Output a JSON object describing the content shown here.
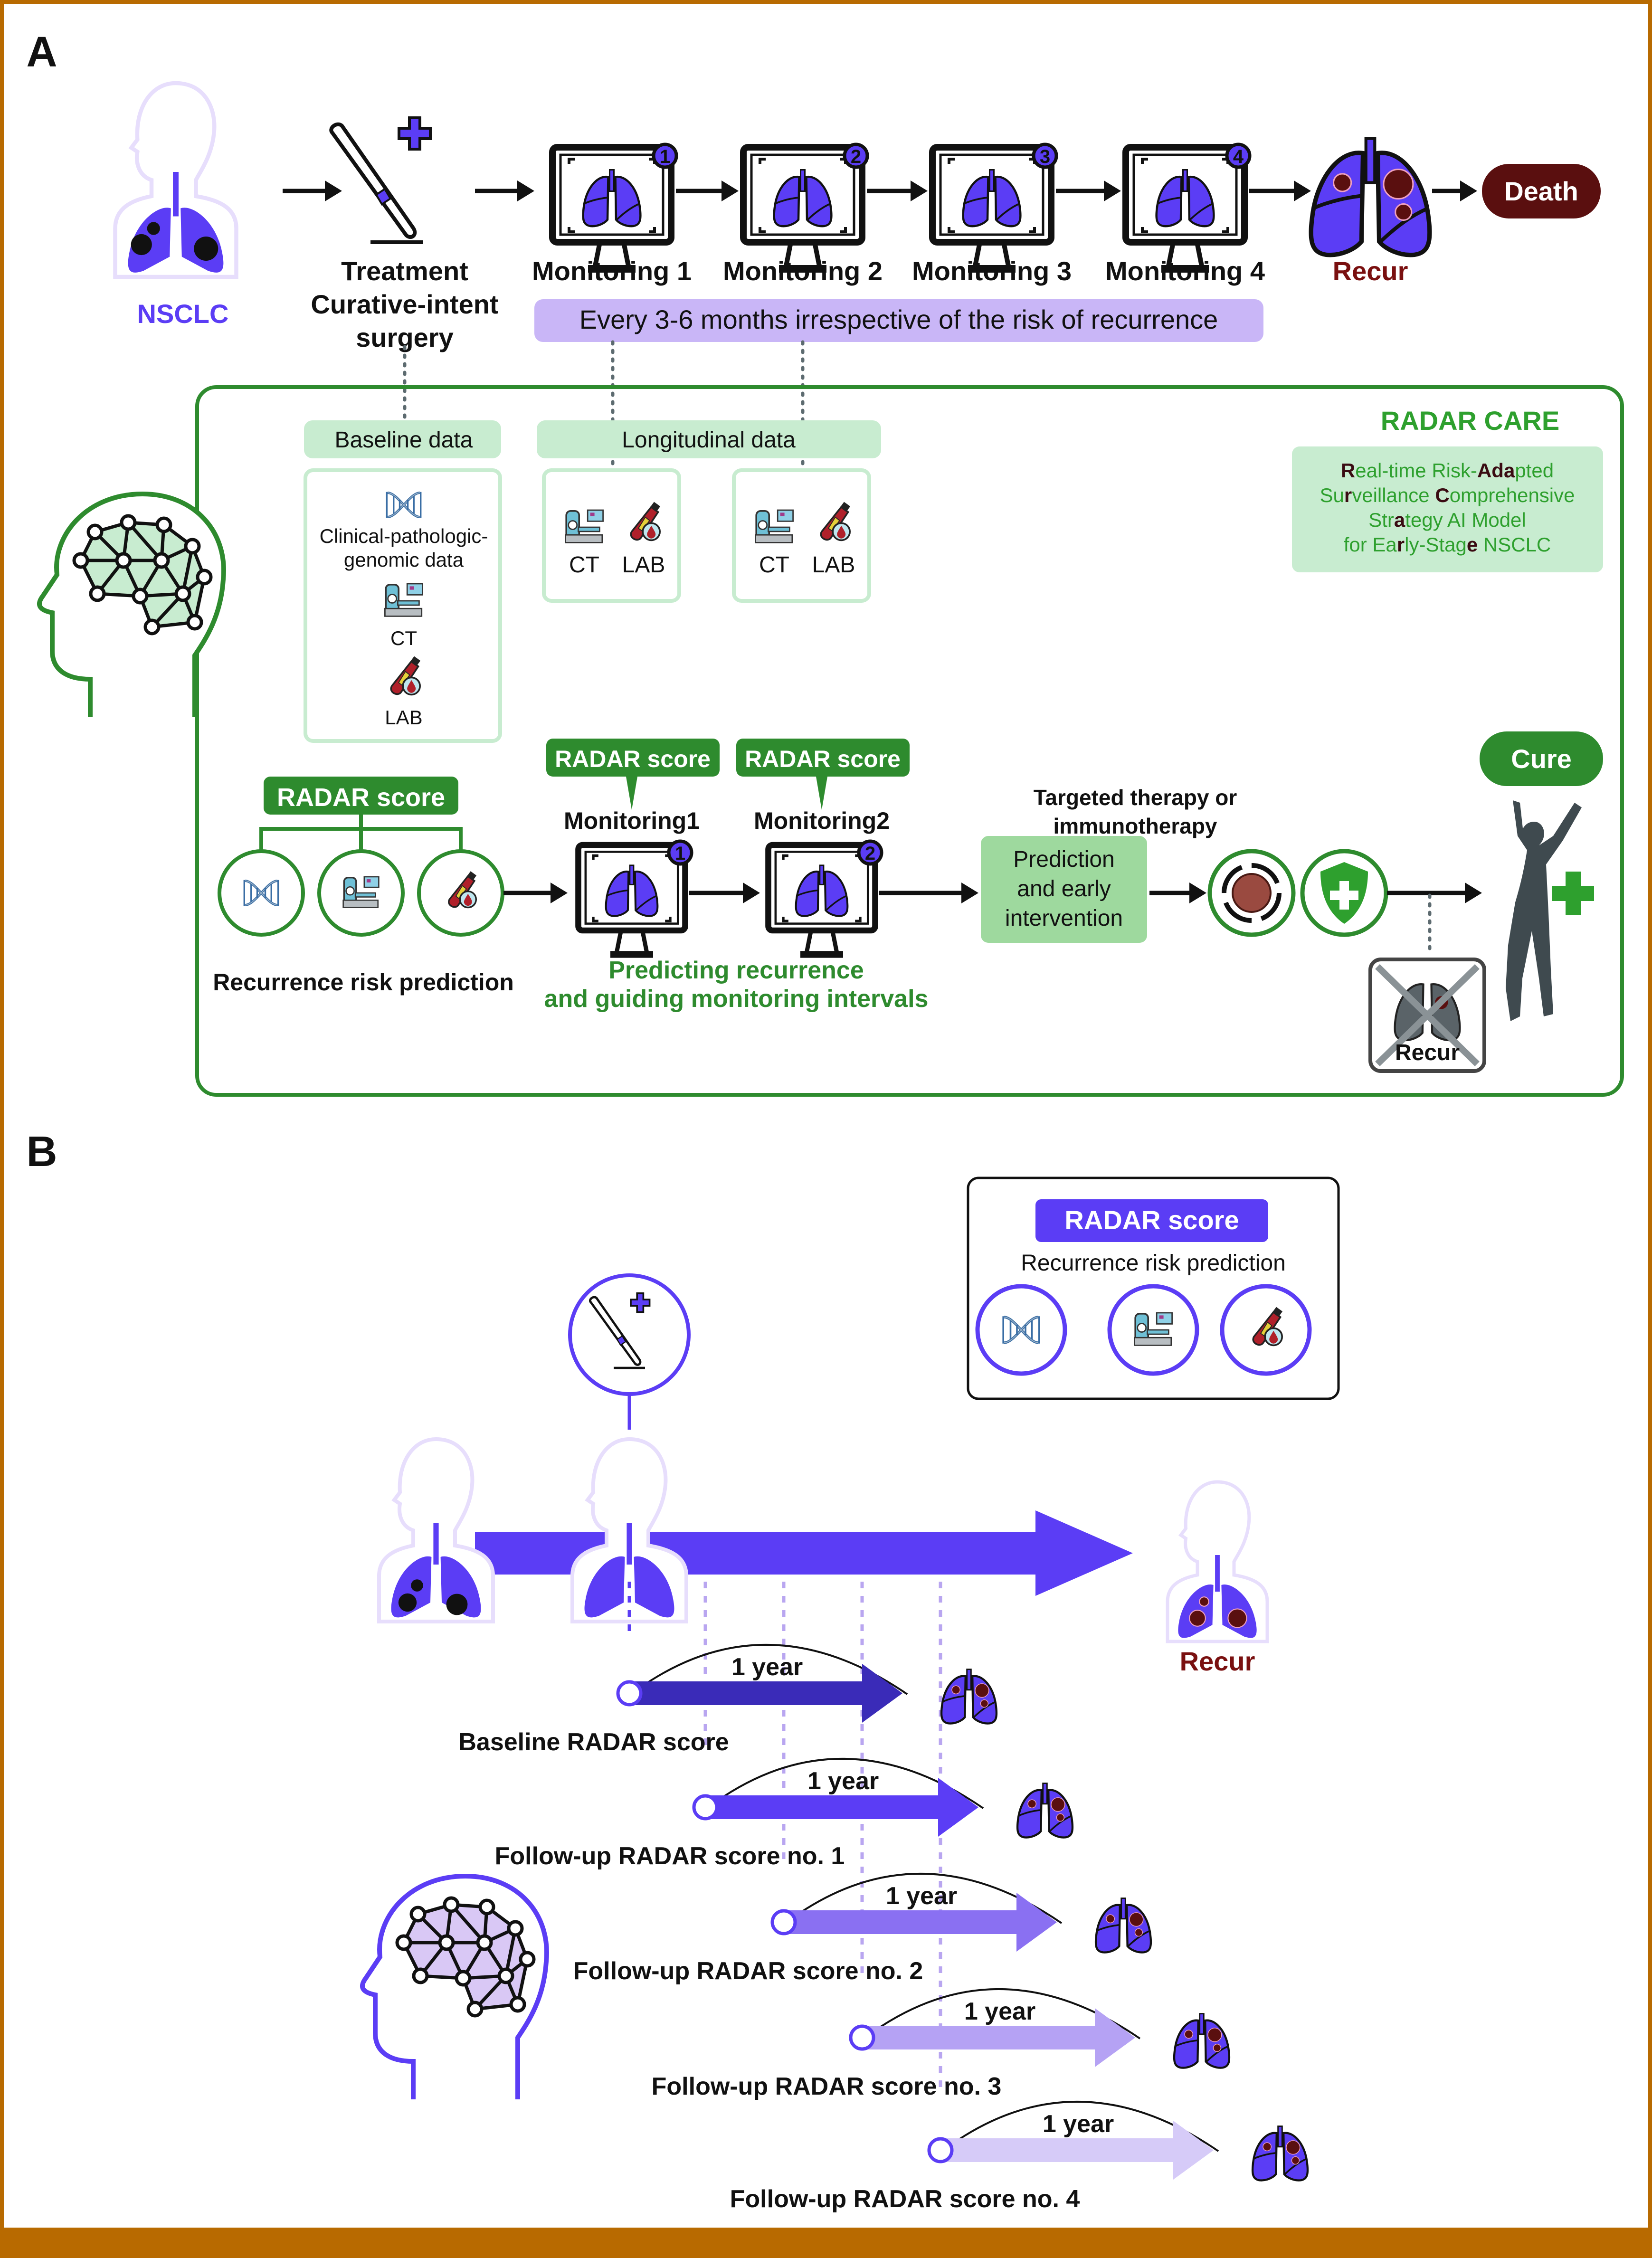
{
  "colors": {
    "purple": "#5b3df5",
    "purple_light": "#c9b6f7",
    "green": "#2e8b2e",
    "green_light": "#c8ecd0",
    "green_box": "#9ed99e",
    "dark_red": "#5a0f0f",
    "recur_red": "#7a1010",
    "orange_frame": "#b86a00",
    "grey_figure": "#3f4a4f"
  },
  "panel_a": {
    "label": "A",
    "top_flow": {
      "nsclc_label": "NSCLC",
      "treatment_label_lines": [
        "Treatment",
        "Curative-intent",
        "surgery"
      ],
      "monitors": [
        {
          "label": "Monitoring 1",
          "badge": "1"
        },
        {
          "label": "Monitoring 2",
          "badge": "2"
        },
        {
          "label": "Monitoring 3",
          "badge": "3"
        },
        {
          "label": "Monitoring 4",
          "badge": "4"
        }
      ],
      "recur_label": "Recur",
      "death_label": "Death",
      "interval_banner": "Every 3-6 months irrespective of the risk of recurrence"
    },
    "radar_care": {
      "title": "RADAR CARE",
      "acronym_lines": [
        [
          {
            "t": "R",
            "b": true
          },
          {
            "t": "eal-time Risk-"
          },
          {
            "t": "Ada",
            "b": true
          },
          {
            "t": "pted"
          }
        ],
        [
          {
            "t": "Su"
          },
          {
            "t": "r",
            "b": true
          },
          {
            "t": "veillance "
          },
          {
            "t": "C",
            "b": true
          },
          {
            "t": "omprehensive"
          }
        ],
        [
          {
            "t": "Str"
          },
          {
            "t": "a",
            "b": true
          },
          {
            "t": "tegy AI Model"
          }
        ],
        [
          {
            "t": "for Ea"
          },
          {
            "t": "r",
            "b": true
          },
          {
            "t": "ly-Stag"
          },
          {
            "t": "e",
            "b": true
          },
          {
            "t": " NSCLC"
          }
        ]
      ],
      "baseline_header": "Baseline data",
      "longitudinal_header": "Longitudinal data",
      "baseline_items": {
        "genomic_label_lines": [
          "Clinical-pathologic-",
          "genomic data"
        ],
        "ct_label": "CT",
        "lab_label": "LAB"
      },
      "longitudinal_boxes": [
        {
          "ct_label": "CT",
          "lab_label": "LAB"
        },
        {
          "ct_label": "CT",
          "lab_label": "LAB"
        }
      ],
      "radar_score_label": "RADAR score",
      "radar_score_callouts": [
        "RADAR score",
        "RADAR score"
      ],
      "recurrence_risk_prediction": "Recurrence risk prediction",
      "monitoring_labels": [
        "Monitoring1",
        "Monitoring2"
      ],
      "monitor_badges": [
        "1",
        "2"
      ],
      "predicting_text_lines": [
        "Predicting recurrence",
        "and guiding monitoring intervals"
      ],
      "prediction_box_lines": [
        "Prediction",
        "and early",
        "intervention"
      ],
      "therapy_label_lines": [
        "Targeted therapy or",
        "immunotherapy"
      ],
      "cure_label": "Cure",
      "recur_crossed_label": "Recur"
    }
  },
  "panel_b": {
    "label": "B",
    "legend": {
      "title": "RADAR score",
      "subtitle": "Recurrence risk prediction"
    },
    "recur_label": "Recur",
    "timeline_rows": [
      {
        "interval": "1 year",
        "label": "Baseline RADAR score",
        "shade": "#3a2bb8"
      },
      {
        "interval": "1 year",
        "label": "Follow-up RADAR score no. 1",
        "shade": "#5b3df5"
      },
      {
        "interval": "1 year",
        "label": "Follow-up RADAR score no. 2",
        "shade": "#8a70f2"
      },
      {
        "interval": "1 year",
        "label": "Follow-up RADAR score no. 3",
        "shade": "#b5a2f4"
      },
      {
        "interval": "1 year",
        "label": "Follow-up RADAR score no. 4",
        "shade": "#d6cbf8"
      }
    ]
  }
}
